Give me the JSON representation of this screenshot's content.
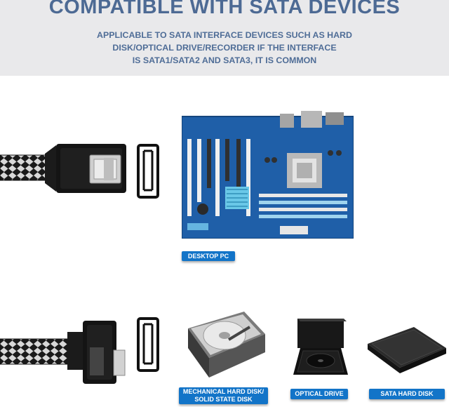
{
  "header": {
    "title": "COMPATIBLE WITH SATA DEVICES",
    "subtitle_line1": "APPLICABLE TO SATA INTERFACE DEVICES SUCH AS HARD",
    "subtitle_line2": "DISK/OPTICAL DRIVE/RECORDER IF THE INTERFACE",
    "subtitle_line3": "IS SATA1/SATA2 AND SATA3, IT IS COMMON"
  },
  "devices": {
    "desktop_label": "DESKTOP PC",
    "hdd_label_line1": "MECHANICAL HARD DISK/",
    "hdd_label_line2": "SOLID STATE DISK",
    "optical_label": "OPTICAL DRIVE",
    "ssd_label": "SATA HARD DISK"
  },
  "colors": {
    "banner_bg": "#e9e9eb",
    "title": "#4d6a94",
    "badge": "#1274c8",
    "motherboard": "#1f5fa8"
  }
}
